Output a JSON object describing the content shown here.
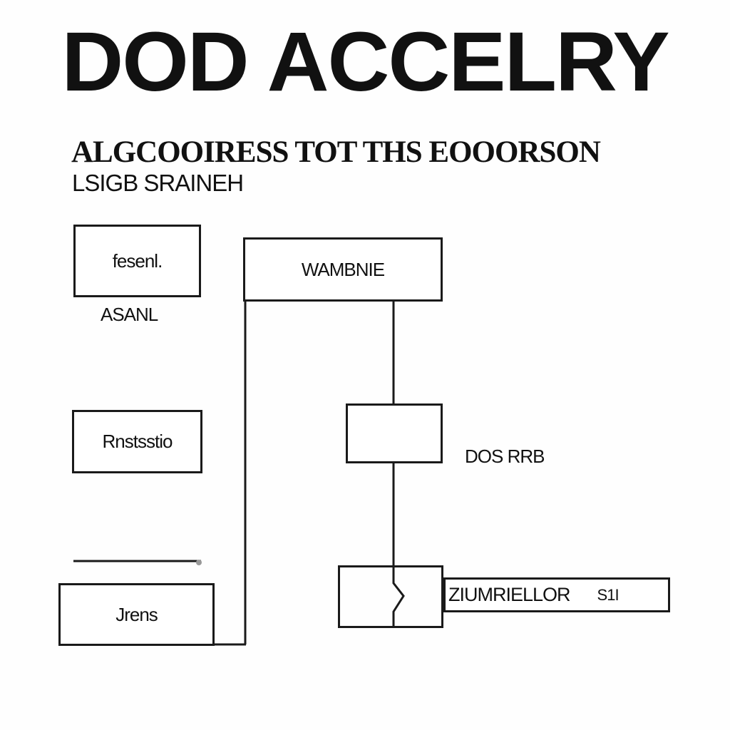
{
  "title": "DOD ACCELRY",
  "subtitle": "ALGCOOIRESS TOT THS EOOORSON",
  "subtitle2": "LSIGB SRAINEH",
  "nodes": {
    "top_left": "fesenl.",
    "top_left_caption": "ASANL",
    "top_center": "WAMBNIE",
    "mid_left": "Rnstsstio",
    "mid_center": "",
    "mid_center_caption": "DOS RRB",
    "bottom_left": "Jrens",
    "bottom_center": "",
    "bottom_right_label": "ZIUMRIELLOR",
    "bottom_right_suffix": "S1I"
  }
}
